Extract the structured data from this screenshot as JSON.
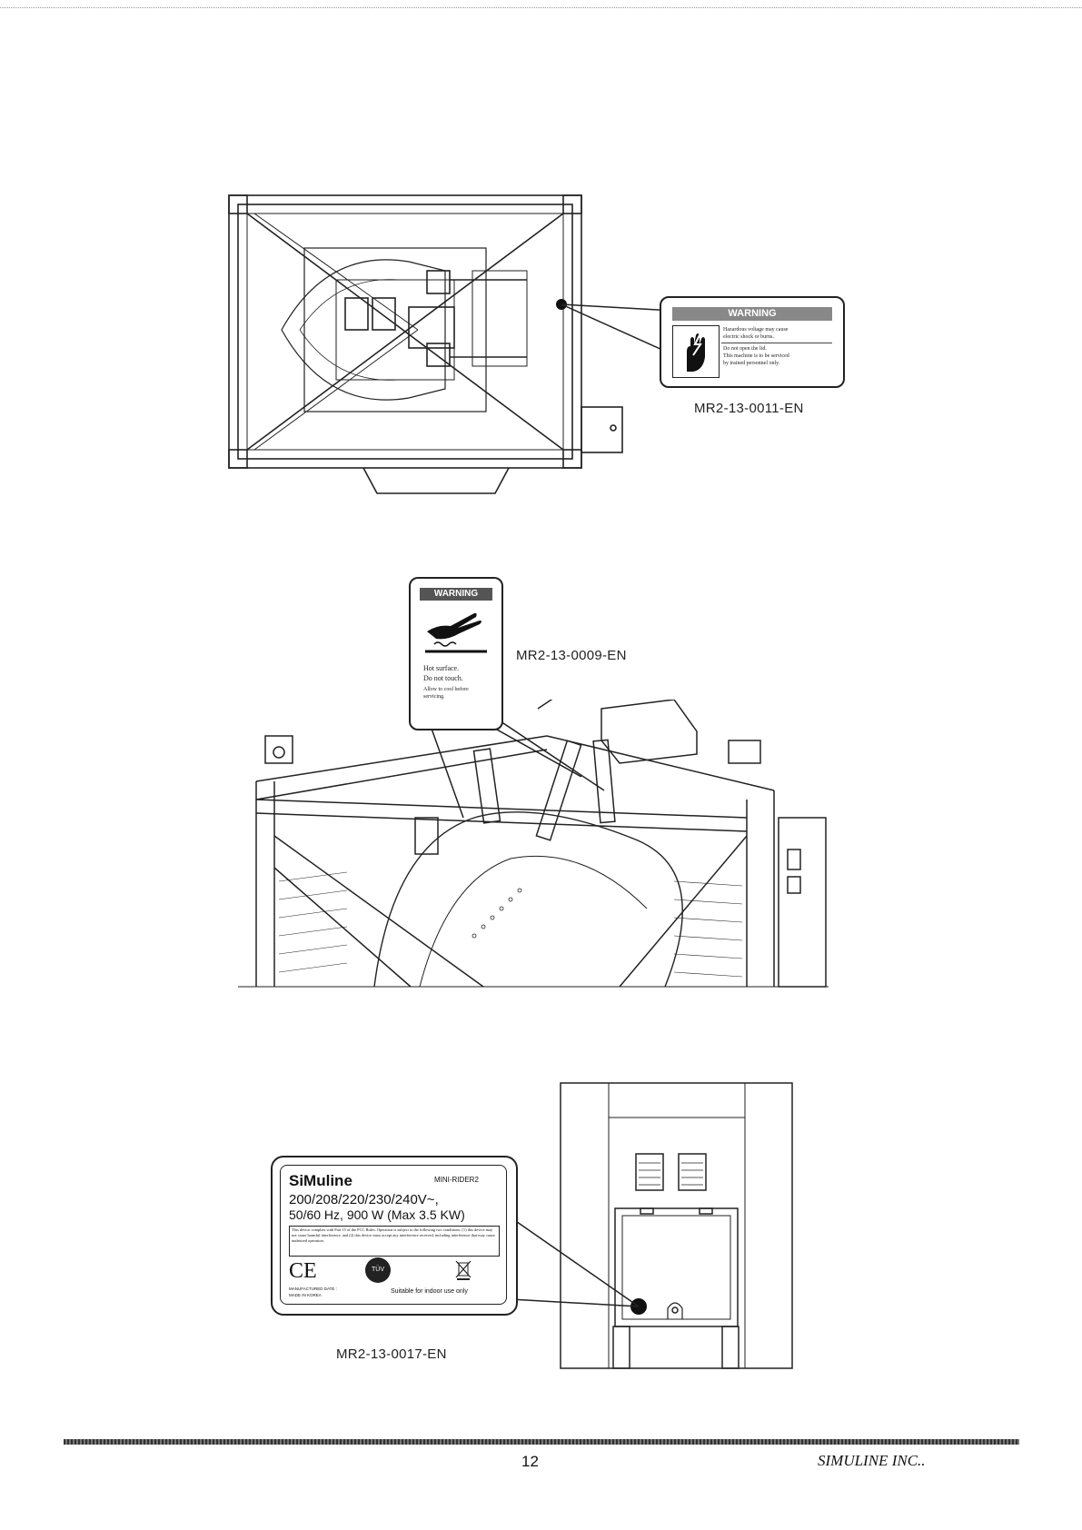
{
  "labels": {
    "warning1_code": "MR2-13-0011-EN",
    "warning2_code": "MR2-13-0009-EN",
    "rating_code": "MR2-13-0017-EN"
  },
  "label1": {
    "header": "WARNING",
    "line1": "Hazardous voltage may cause",
    "line2": "electric shock or burns.",
    "line3": "Do not open the lid.",
    "line4": "This machine is to be serviced",
    "line5": "by trained personnel only."
  },
  "label2": {
    "header": "WARNING",
    "line1": "Hot surface.",
    "line2": "Do not touch.",
    "line3": "Allow to cool before",
    "line4": "servicing."
  },
  "rating_plate": {
    "brand": "SiMuline",
    "model": "MINI-RIDER2",
    "voltage": "200/208/220/230/240V~,",
    "power": "50/60 Hz, 900 W (Max 3.5 KW)",
    "fcc_text": "This device complies with Part 15 of the FCC Rules. Operation is subject to the following two conditions: (1) this device may not cause harmful interference, and (2) this device must accept any interference received, including interference that may cause undesired operation.",
    "ce_mark": "CE",
    "tuv_mark": "TÜV",
    "manufactured": "MANUFACTURED DATE :",
    "made_in": "MADE IN KOREA",
    "indoor": "Suitable for indoor use only"
  },
  "footer": {
    "page_number": "12",
    "company": "SIMULINE INC.."
  }
}
